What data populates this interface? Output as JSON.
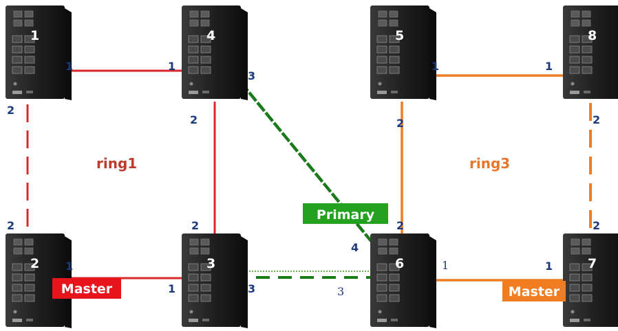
{
  "colors": {
    "ring1": "#d9262b",
    "ring3": "#f07d22",
    "coupling": "#1a7a1a",
    "port_label": "#1c3a7a",
    "ring_label_red": "#c0392b",
    "ring_label_orange": "#e8762a",
    "badge_master_red": "#e8141c",
    "badge_master_orange": "#f07d22",
    "badge_primary": "#22a11e",
    "switch_body": "#2a2a2a"
  },
  "switches": [
    {
      "id": "sw1",
      "label": "1"
    },
    {
      "id": "sw4",
      "label": "4"
    },
    {
      "id": "sw5",
      "label": "5"
    },
    {
      "id": "sw8",
      "label": "8"
    },
    {
      "id": "sw2",
      "label": "2"
    },
    {
      "id": "sw3",
      "label": "3"
    },
    {
      "id": "sw6",
      "label": "6"
    },
    {
      "id": "sw7",
      "label": "7"
    }
  ],
  "ring_labels": {
    "ring1": "ring1",
    "ring3": "ring3"
  },
  "badges": {
    "master_left": "Master",
    "master_right": "Master",
    "primary": "Primary"
  },
  "ports": {
    "sw1_right": "1",
    "sw4_left": "1",
    "sw1_down": "2",
    "sw2_up": "2",
    "sw4_down": "2",
    "sw3_up": "2",
    "sw4_coupling": "3",
    "sw2_right": "1",
    "sw3_left": "1",
    "sw3_coupling": "3",
    "sw5_right": "1",
    "sw8_left": "1",
    "sw5_down": "2",
    "sw6_up": "2",
    "sw8_down": "2",
    "sw7_up": "2",
    "sw6_primary": "4",
    "sw6_backup": "3",
    "sw6_right": "1",
    "sw7_left": "1"
  }
}
